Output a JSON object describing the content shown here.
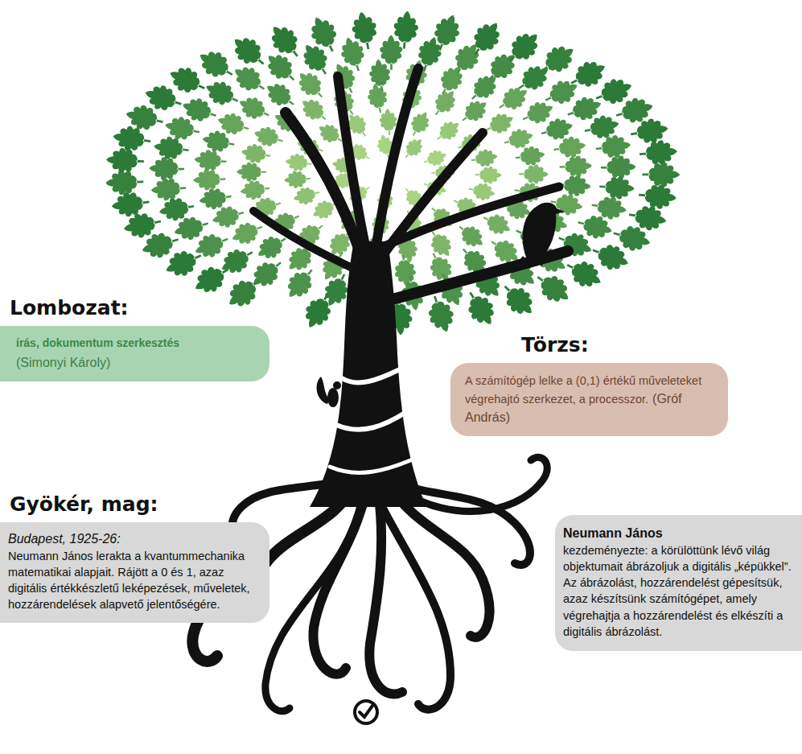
{
  "diagram": {
    "nodes": [
      {
        "text": [
          "Lombozat:",
          "írás, dokumentum szerkesztés",
          "(Simonyi Károly)"
        ]
      },
      {
        "text": [
          "Törzs:",
          "A számítógép lelke a (0,1) értékű műveleteket végrehajtó szerkezet, a processzor.",
          "(Gróf András)"
        ]
      },
      {
        "text": [
          "Gyökér, mag:",
          "Budapest, 1925-26:",
          "Neumann János lerakta a kvantummechanika matematikai alapjait. Rájött a 0 és 1, azaz digitális értékkészletű leképezések, műveletek, hozzárendelések alapvető jelentőségére."
        ]
      },
      {
        "text": [
          "Neumann János",
          "kezdeményezte: a körülöttünk lévő világ objektumait ábrázoljuk a digitális „képükkel”. Az ábrázolást, hozzárendelést gépesítsük, azaz készítsünk számítógépet, amely végrehajtja a hozzárendelést és elkészíti a digitális ábrázolást."
        ]
      }
    ]
  }
}
